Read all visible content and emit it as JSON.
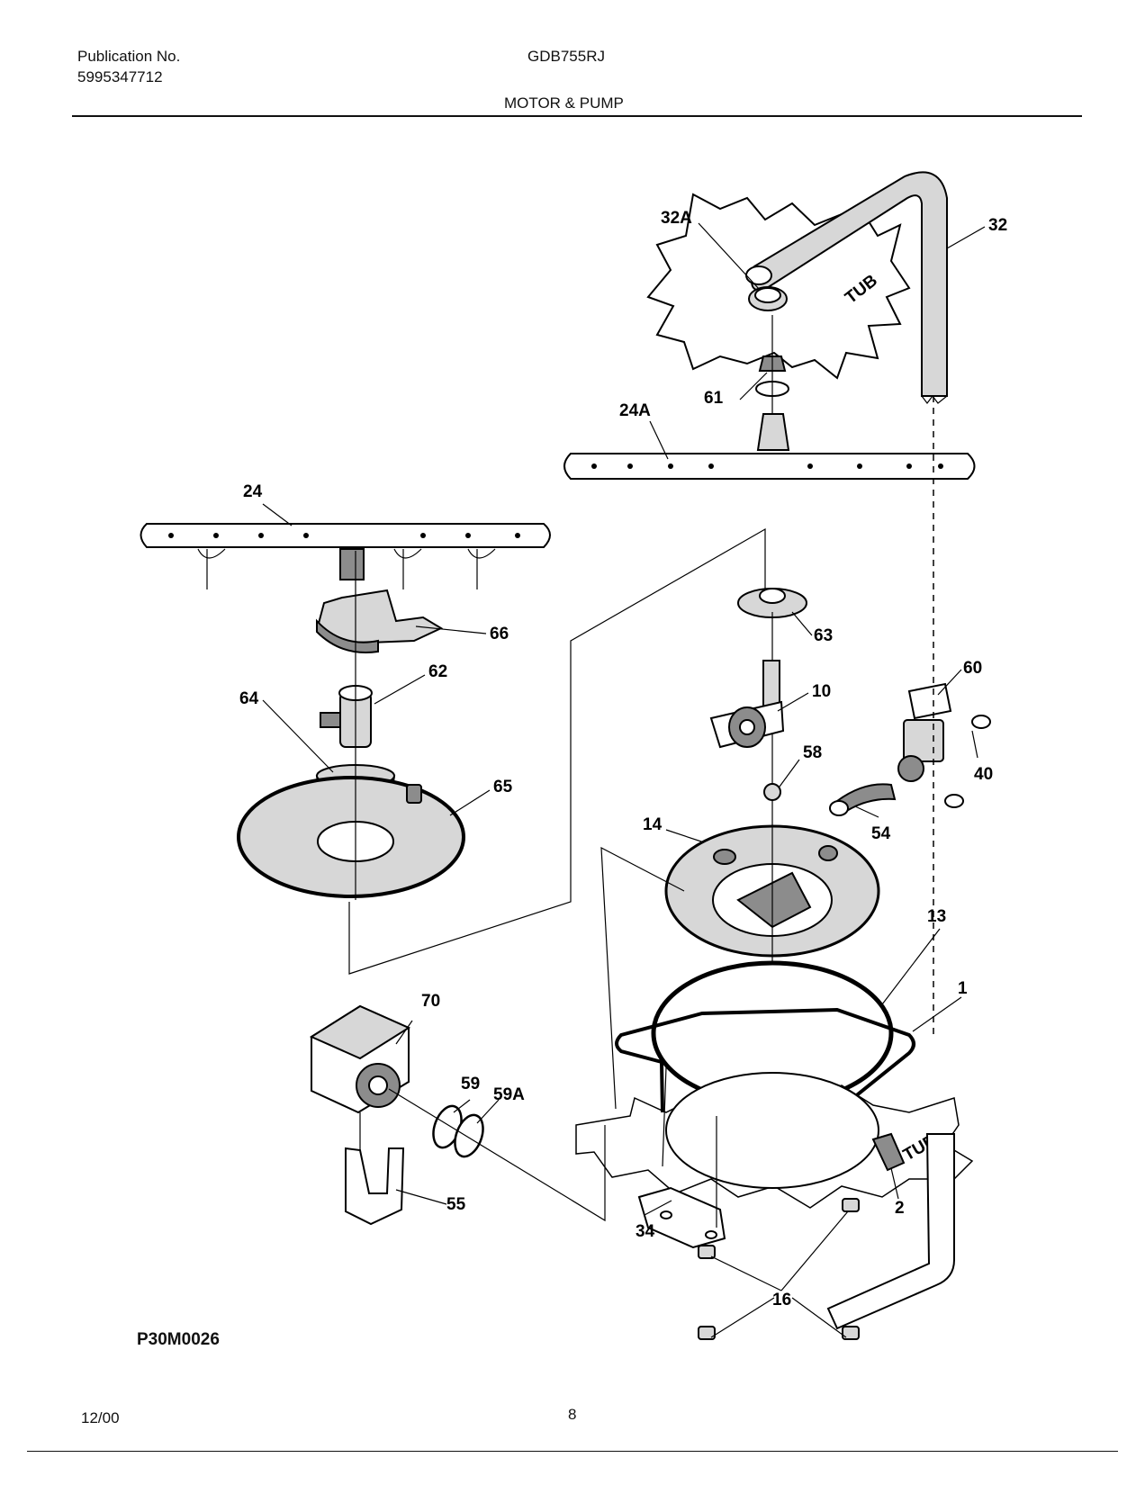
{
  "header": {
    "publication_label": "Publication No.",
    "publication_number": "5995347712",
    "model": "GDB755RJ",
    "section_title": "MOTOR & PUMP"
  },
  "diagram": {
    "callouts": [
      "32A",
      "32",
      "61",
      "24A",
      "24",
      "66",
      "63",
      "62",
      "64",
      "10",
      "60",
      "58",
      "65",
      "40",
      "14",
      "54",
      "13",
      "1",
      "70",
      "59",
      "59A",
      "2",
      "55",
      "34",
      "16"
    ],
    "tub_labels": [
      "TUB",
      "TUB"
    ],
    "drawing_id": "P30M0026"
  },
  "footer": {
    "date": "12/00",
    "page_number": "8"
  }
}
